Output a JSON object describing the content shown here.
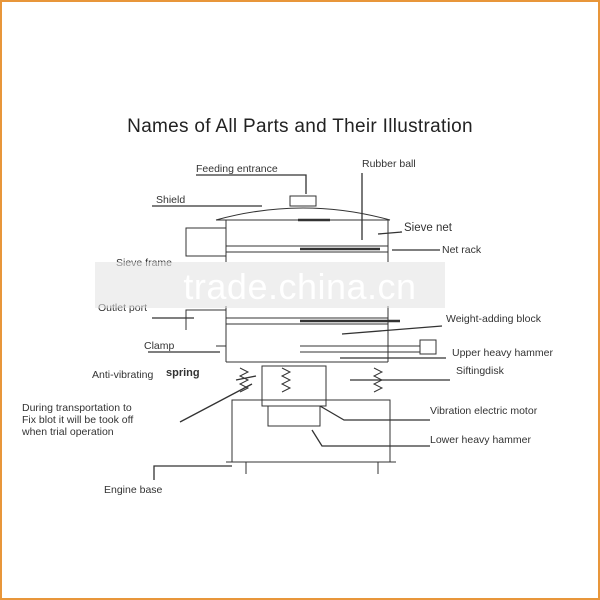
{
  "title": "Names of All Parts and Their Illustration",
  "labels": {
    "feeding_entrance": "Feeding entrance",
    "rubber_ball": "Rubber ball",
    "shield": "Shield",
    "sieve_net": "Sieve net",
    "net_rack": "Net rack",
    "sieve_frame": "Sieve frame",
    "outlet_port": "Outlet port",
    "weight_adding_block": "Weight-adding block",
    "clamp": "Clamp",
    "upper_heavy_hammer": "Upper heavy hammer",
    "anti_vibrating": "Anti-vibrating",
    "spring": "spring",
    "sifting_disk": "Siftingdisk",
    "transport_note": "During transportation to Fix blot it will be took off when trial operation",
    "vibration_motor": "Vibration electric motor",
    "lower_heavy_hammer": "Lower heavy hammer",
    "engine_base": "Engine base"
  },
  "watermark": "trade.china.cn",
  "colors": {
    "frame": "#e8963a",
    "line": "#333333",
    "text": "#333333"
  }
}
